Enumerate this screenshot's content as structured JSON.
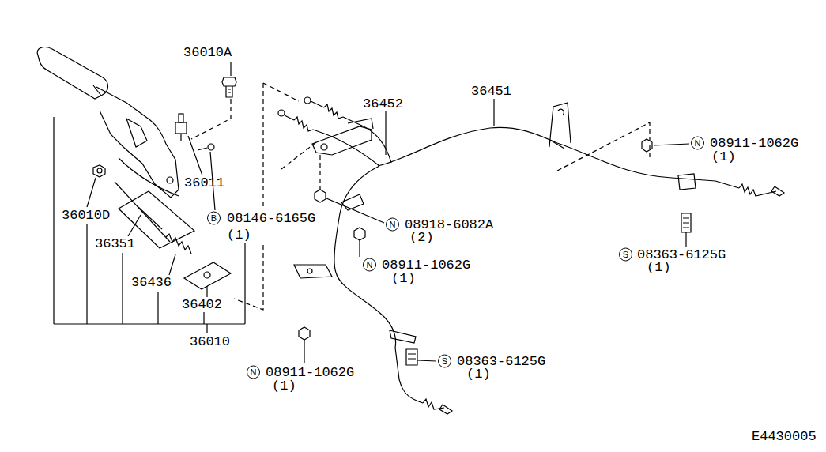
{
  "diagram": {
    "labels": [
      "36010A",
      "36452",
      "36451",
      "36011",
      "B",
      "08146-6165G",
      "(1)",
      "36010D",
      "36351",
      "36436",
      "36402",
      "36010",
      "N",
      "08918-6082A",
      "(2)",
      "N",
      "08911-1062G",
      "(1)",
      "N",
      "08911-1062G",
      "(1)",
      "S",
      "08363-6125G",
      "(1)",
      "N",
      "08911-1062G",
      "(1)",
      "S",
      "08363-6125G",
      "(1)",
      "E4430005"
    ]
  }
}
